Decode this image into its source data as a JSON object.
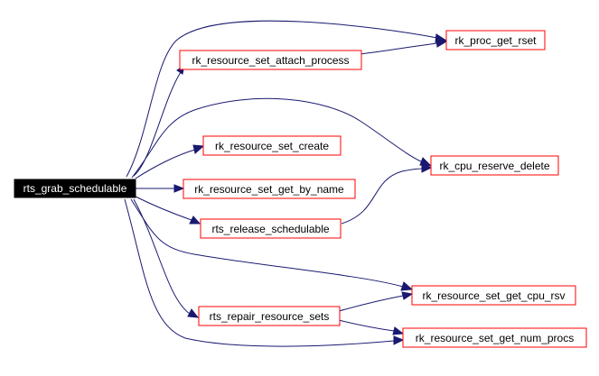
{
  "graph": {
    "root": {
      "label": "rts_grab_schedulable"
    },
    "nodes": {
      "attach_process": {
        "label": "rk_resource_set_attach_process"
      },
      "proc_get_rset": {
        "label": "rk_proc_get_rset"
      },
      "set_create": {
        "label": "rk_resource_set_create"
      },
      "cpu_reserve_delete": {
        "label": "rk_cpu_reserve_delete"
      },
      "get_by_name": {
        "label": "rk_resource_set_get_by_name"
      },
      "release_schedulable": {
        "label": "rts_release_schedulable"
      },
      "get_cpu_rsv": {
        "label": "rk_resource_set_get_cpu_rsv"
      },
      "repair_resource_sets": {
        "label": "rts_repair_resource_sets"
      },
      "get_num_procs": {
        "label": "rk_resource_set_get_num_procs"
      }
    },
    "colors": {
      "edge": "#191970",
      "node_border": "#ff0000",
      "root_fill": "#000000",
      "root_text": "#ffffff"
    }
  }
}
